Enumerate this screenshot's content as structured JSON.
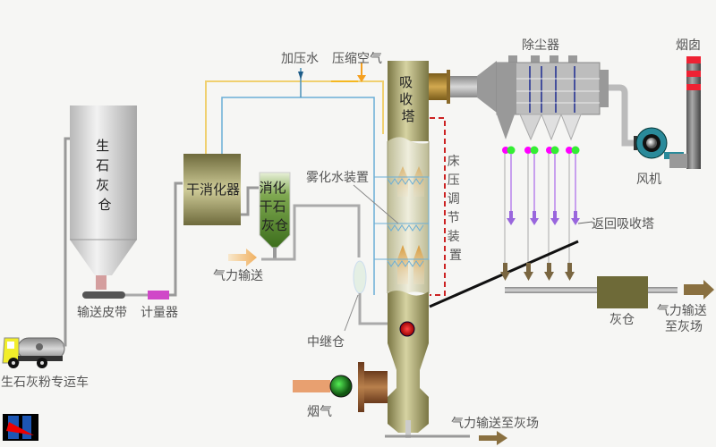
{
  "diagram": {
    "title": "干法脱硫工艺流程",
    "labels": {
      "lime_silo": "生石灰仓",
      "conveyor_belt": "输送皮带",
      "meter": "计量器",
      "lime_truck": "生石灰粉专运车",
      "dry_slaker": "干消化器",
      "slaked_lime_silo": "消化干石灰仓",
      "pneumatic_conveying": "气力输送",
      "pressurized_water": "加压水",
      "compressed_air": "压缩空气",
      "atomizer": "雾化水装置",
      "absorber": "吸收塔",
      "bed_pressure_regulator": "床压调节装置",
      "relay_bin": "中继仓",
      "flue_gas": "烟气",
      "to_ash_yard_bottom": "气力输送至灰场",
      "dust_collector": "除尘器",
      "chimney": "烟囱",
      "fan": "风机",
      "return_to_absorber": "返回吸收塔",
      "ash_bin": "灰仓",
      "to_ash_yard_right_1": "气力输送",
      "to_ash_yard_right_2": "至灰场"
    },
    "vertical_labels": {
      "lime_silo": [
        "生",
        "石",
        "灰",
        "仓"
      ],
      "slaked_lime_silo": [
        "消化",
        "干石",
        "灰仓"
      ],
      "absorber": [
        "吸",
        "收",
        "塔"
      ],
      "bed_pressure_regulator": [
        "床",
        "压",
        "调",
        "节",
        "装",
        "置"
      ]
    },
    "colors": {
      "pipe_gray": "#9a9a9a",
      "water_line": "#5aa9d6",
      "air_line": "#f0c860",
      "olive": "#8a8450",
      "tower_body": "#d8d6b0",
      "dash_red": "#cc2222",
      "indicator_red": "#cc0000",
      "indicator_green": "#22aa22",
      "valve_magenta": "#ff00dd",
      "valve_green": "#33ee33",
      "return_purple": "#9966dd"
    }
  }
}
